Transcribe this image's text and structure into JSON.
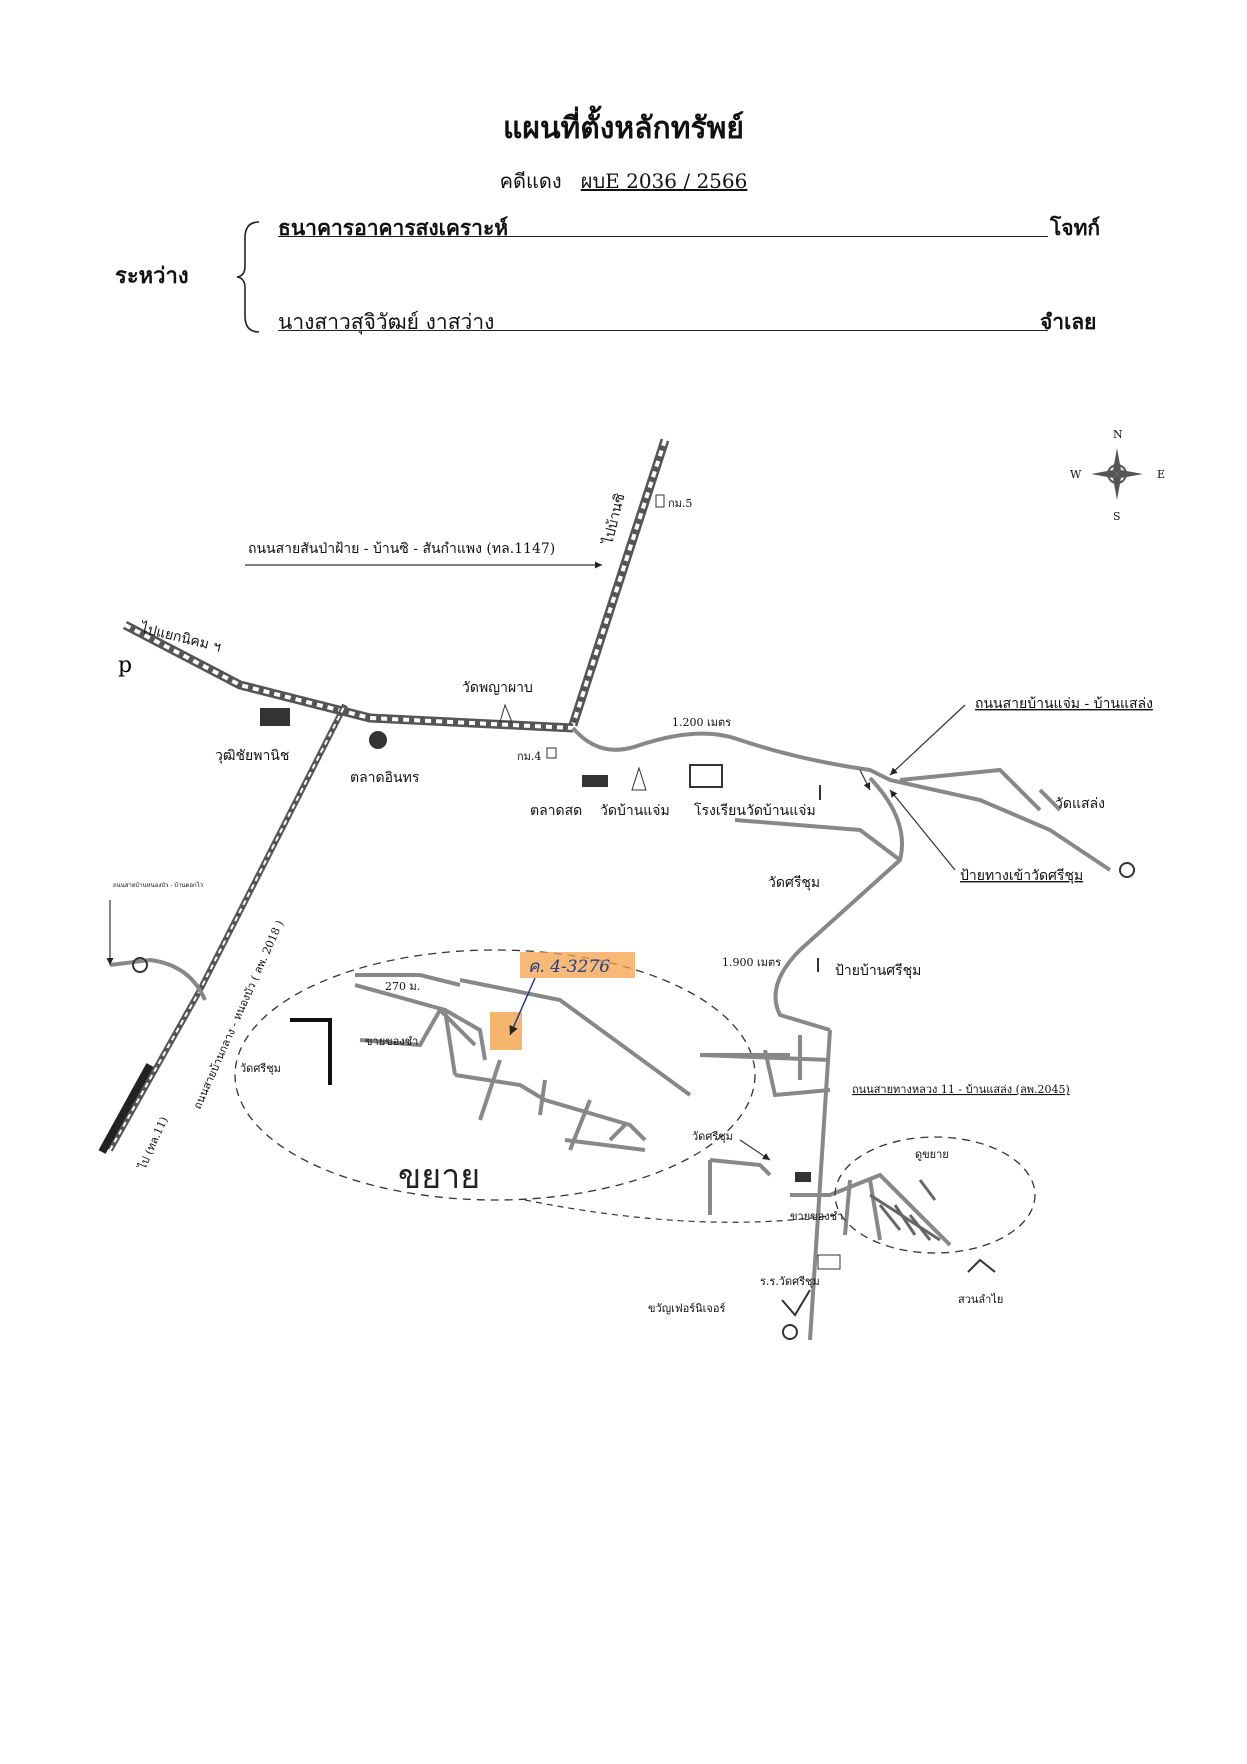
{
  "document": {
    "title": "แผนที่ตั้งหลักทรัพย์",
    "case_prefix": "คดีแดง",
    "case_number": "ผบE 2036 / 2566"
  },
  "parties": {
    "between_label": "ระหว่าง",
    "plaintiff_name": "ธนาคารอาคารสงเคราะห์",
    "plaintiff_role": "โจทก์",
    "defendant_name": "นางสาวสุจิวัฒย์ งาสว่าง",
    "defendant_role": "จำเลย"
  },
  "map": {
    "compass": {
      "n": "N",
      "s": "S",
      "e": "E",
      "w": "W"
    },
    "labels": {
      "p": "p",
      "to_ban_si": "ไปบ้านซิ",
      "km5": "กม.5",
      "road_1147": "ถนนสายสันป่าฝ้าย - บ้านซิ - สันกำแพง (ทล.1147)",
      "to_industrial": "ไปแยกนิคม ฯ",
      "wat_phaya": "วัดพญาผาบ",
      "wutthichai": "วุฒิชัยพานิช",
      "talat_inthon": "ตลาดอินทร",
      "km4": "กม.4",
      "talat_sot": "ตลาดสด",
      "wat_ban_jaem": "วัดบ้านแจ่ม",
      "school_ban_jaem": "โรงเรียนวัดบ้านแจ่ม",
      "dist_1200": "1.200 เมตร",
      "road_jaem_saeng": "ถนนสายบ้านแจ่ม - บ้านแสล่ง",
      "wat_saeng": "วัดแสล่ง",
      "wat_sichum_1": "วัดศรีชุม",
      "sign_wat_sichum": "ป้ายทางเข้าวัดศรีชุม",
      "left_road_note": "ถนนสายบ้านหนองบัว - บ้านดอกไว",
      "road_2018": "ถนนสายบ้านกลาง - หนองบัว ( ลพ. 2018 )",
      "to_11": "ไป (ทล.11)",
      "dist_270": "270 ม.",
      "shop_left": "ขายของชำ",
      "wat_sichum_left": "วัดศรีชุม",
      "deed": "ค. 4-3276",
      "expand": "ขยาย",
      "dist_1900": "1.900 เมตร",
      "sign_ban_sichum": "ป้ายบ้านศรีชุม",
      "road_2045": "ถนนสายทางหลวง 11 - บ้านแสล่ง (ลพ.2045)",
      "wat_sichum_right": "วัดศรีชุม",
      "shop_right": "ขายของชำ",
      "school_sichum": "ร.ร.วัดศรีชุม",
      "furniture": "ขวัญเฟอร์นิเจอร์",
      "garden": "สวนลำไย",
      "duplicate": "ดูขยาย"
    }
  },
  "colors": {
    "highlight": "#f4a24a",
    "deed_pen": "#1f3f8a",
    "road": "#777777"
  }
}
